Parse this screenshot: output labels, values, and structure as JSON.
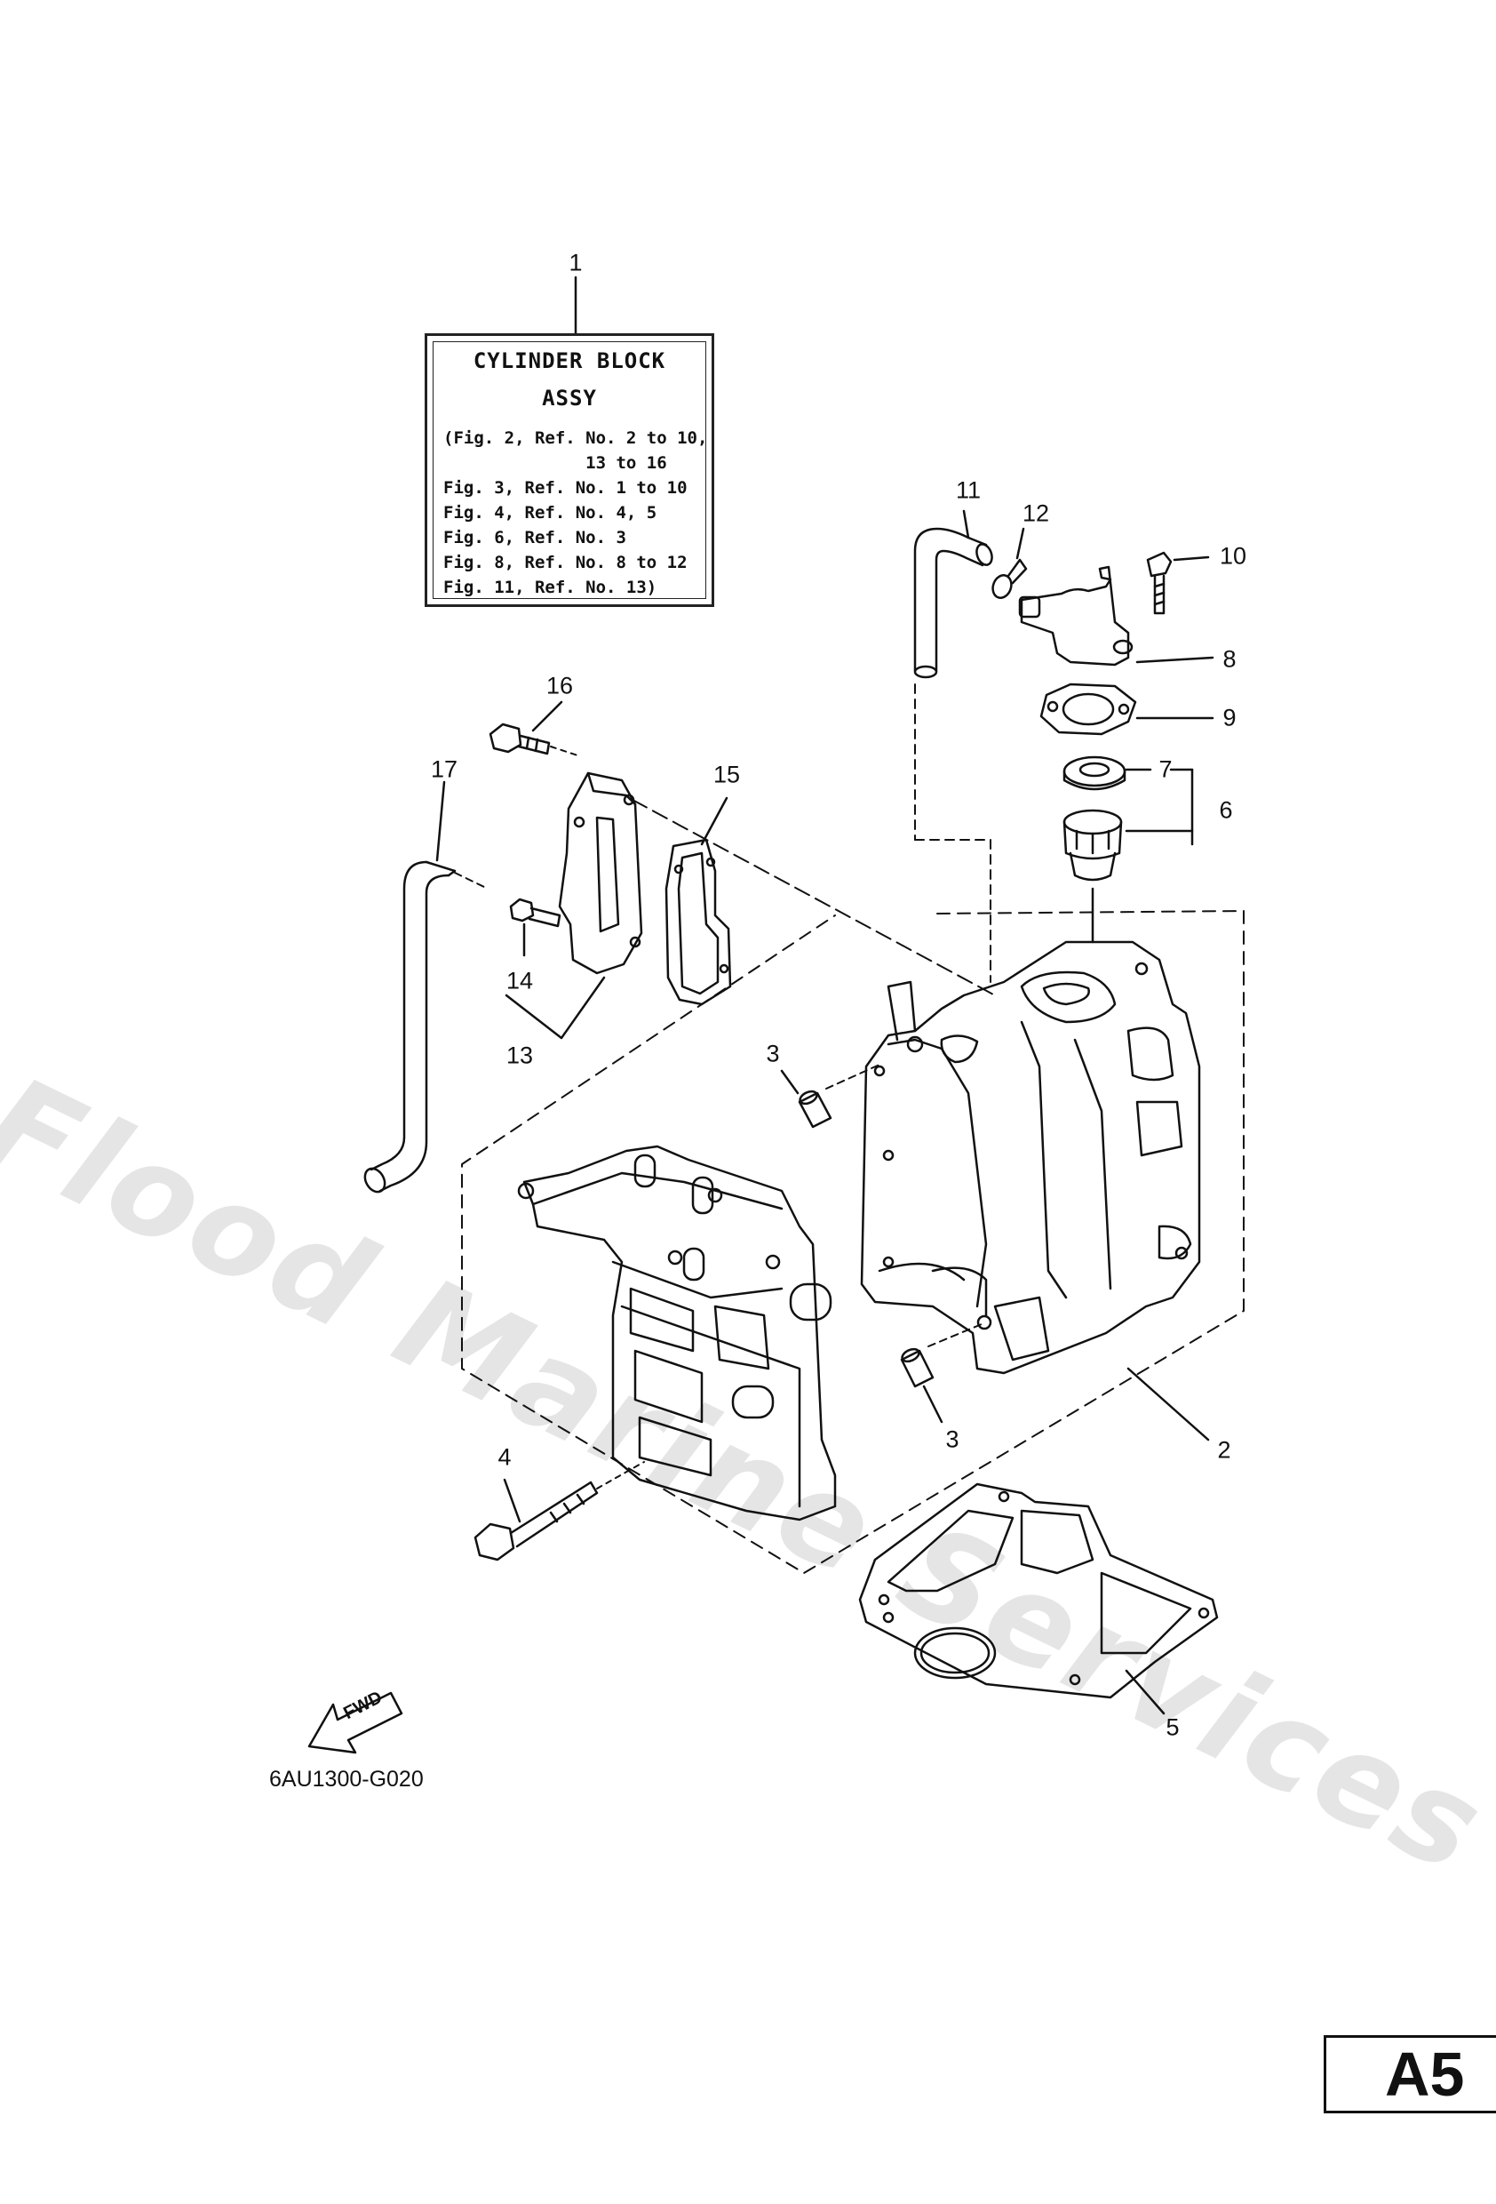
{
  "label_box": {
    "title_line1": "CYLINDER BLOCK",
    "title_line2": "ASSY",
    "refs": [
      "(Fig. 2, Ref. No. 2 to 10,",
      "              13 to 16",
      "Fig. 3, Ref. No. 1 to 10",
      "Fig. 4, Ref. No. 4, 5",
      "Fig. 6, Ref. No. 3",
      "Fig. 8, Ref. No. 8 to 12",
      "Fig. 11, Ref. No. 13)"
    ]
  },
  "callouts": {
    "n1": "1",
    "n2": "2",
    "n3a": "3",
    "n3b": "3",
    "n4": "4",
    "n5": "5",
    "n6": "6",
    "n7": "7",
    "n8": "8",
    "n9": "9",
    "n10": "10",
    "n11": "11",
    "n12": "12",
    "n13": "13",
    "n14": "14",
    "n15": "15",
    "n16": "16",
    "n17": "17"
  },
  "fwd_label": "FWD",
  "diagram_code": "6AU1300-G020",
  "page_label": "A5",
  "watermark": "Flood Marine Services"
}
